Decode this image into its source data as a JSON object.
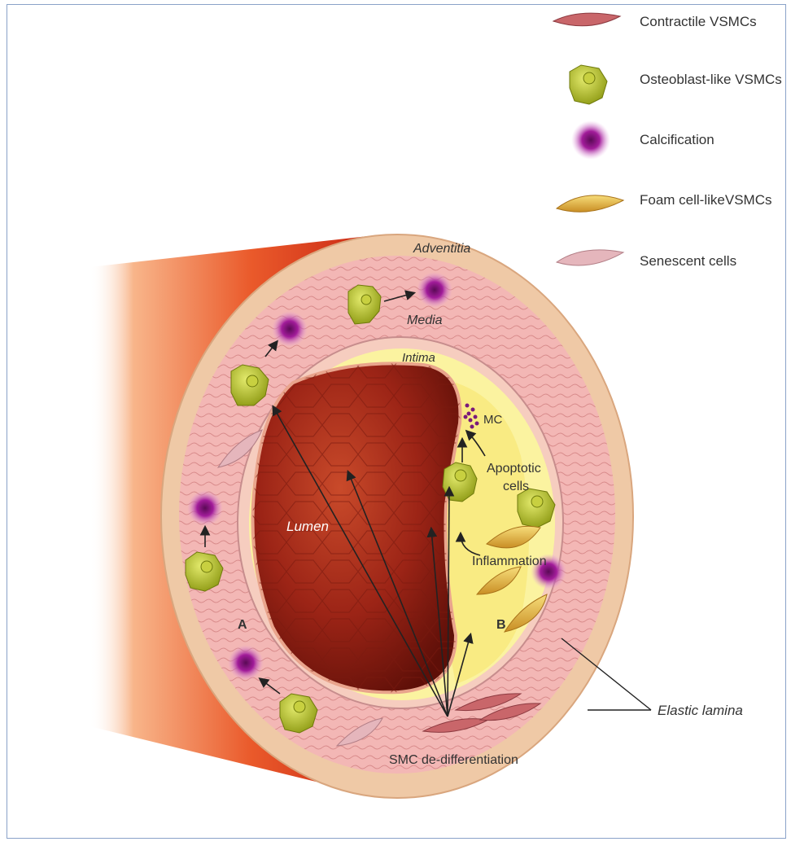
{
  "legend": [
    {
      "label": "Contractile VSMCs",
      "icon": "contractile-vsmc-icon"
    },
    {
      "label": "Osteoblast-like VSMCs",
      "icon": "osteoblast-vsmc-icon"
    },
    {
      "label": "Calcification",
      "icon": "calcification-icon"
    },
    {
      "label": "Foam cell-likeVSMCs",
      "icon": "foam-cell-vsmc-icon"
    },
    {
      "label": "Senescent cells",
      "icon": "senescent-cell-icon"
    }
  ],
  "labels": {
    "adventitia": "Adventitia",
    "media": "Media",
    "intima": "Intima",
    "lumen": "Lumen",
    "mc": "MC",
    "apoptotic_line1": "Apoptotic",
    "apoptotic_line2": "cells",
    "inflammation": "Inflammation",
    "region_a": "A",
    "region_b": "B",
    "elastic_lamina": "Elastic lamina",
    "smc_dedifferentiation": "SMC de-differentiation"
  },
  "colors": {
    "adventitia": "#efc9a6",
    "media": "#f2b3b1",
    "intima": "#fbf3a0",
    "lumen": "#a32a1a",
    "osteoblast": "#b7c22a",
    "calcification": "#8e1a8a",
    "foam": "#e5b443",
    "vessel_outer": "#d8361c"
  }
}
